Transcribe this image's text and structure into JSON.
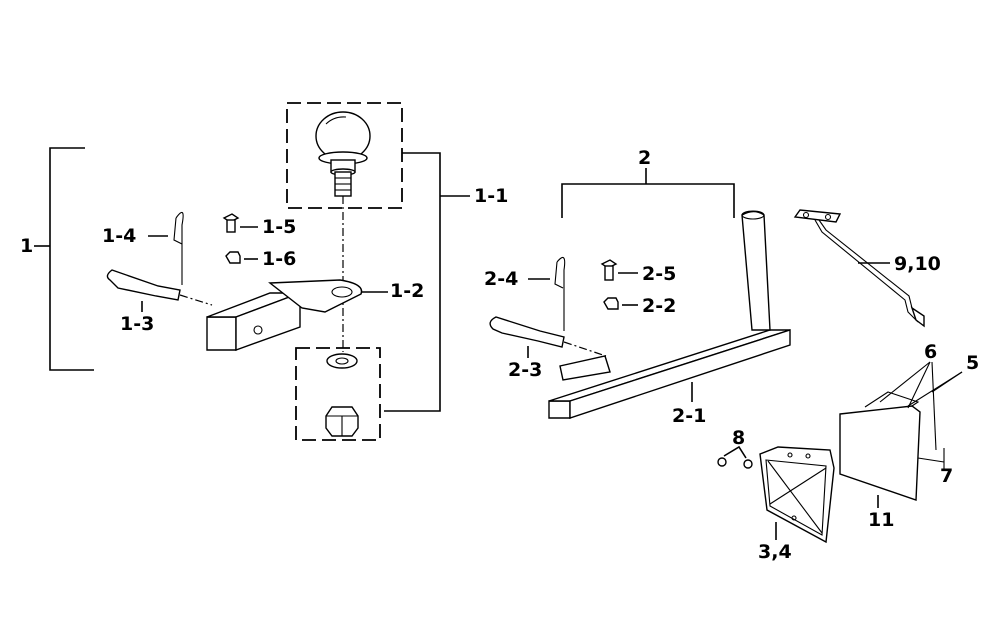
{
  "callouts": {
    "c1": "1",
    "c1_1": "1-1",
    "c1_2": "1-2",
    "c1_3": "1-3",
    "c1_4": "1-4",
    "c1_5": "1-5",
    "c1_6": "1-6",
    "c2": "2",
    "c2_1": "2-1",
    "c2_2": "2-2",
    "c2_3": "2-3",
    "c2_4": "2-4",
    "c2_5": "2-5",
    "c3_4": "3,4",
    "c5": "5",
    "c6": "6",
    "c7": "7",
    "c8": "8",
    "c9_10": "9,10",
    "c11": "11"
  }
}
